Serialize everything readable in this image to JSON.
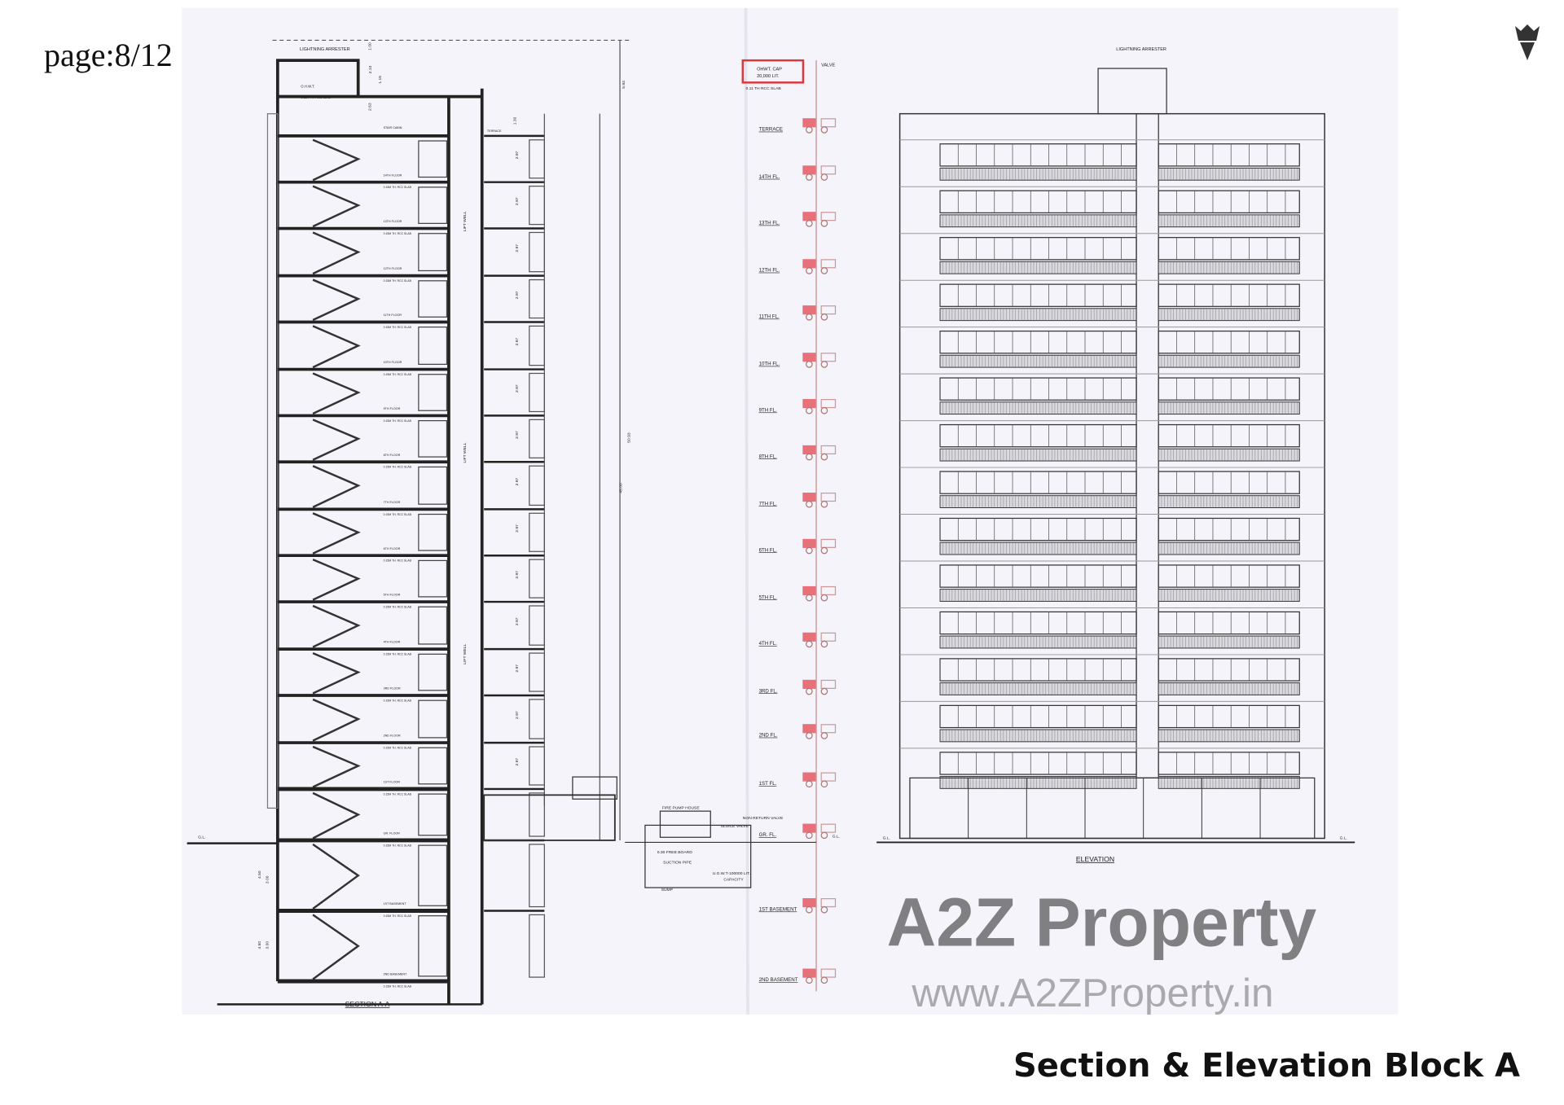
{
  "page_label": "page:8/12",
  "caption": "Section & Elevation Block A",
  "watermark": {
    "top": "A2Z Property",
    "middle": "www.A2ZProperty.in"
  },
  "colors": {
    "paper": "#f4f4fa",
    "line": "#2a2a2a",
    "accent_red": "#d9383e",
    "riser_pink": "#e8707a"
  },
  "section": {
    "title": "SECTION A-A",
    "lightning_arrester": "LIGHTNING ARRESTER",
    "ohwt": "O.H.W.T.",
    "stair_cabin": "STAIR CABIN",
    "terrace": "TERRACE",
    "lift_well": "LIFT WELL",
    "slab_note": "0.15M TH. RCC SLAB",
    "floor_labels": [
      "14TH FLOOR",
      "13TH FLOOR",
      "12TH FLOOR",
      "11TH FLOOR",
      "10TH FLOOR",
      "9TH FLOOR",
      "8TH FLOOR",
      "7TH FLOOR",
      "6TH FLOOR",
      "5TH FLOOR",
      "4TH FLOOR",
      "3RD FLOOR",
      "2ND FLOOR",
      "1ST FLOOR",
      "GR. FLOOR",
      "1ST BASEMENT",
      "2ND BASEMENT"
    ],
    "floor_height": "2.97",
    "total_heights": [
      "50.93",
      "45.00"
    ],
    "top_dims": [
      "1.00",
      "2.10",
      "1.15",
      "2.63",
      "5.93",
      "1.30"
    ],
    "basement_dims": [
      "4.50",
      "3.00",
      "4.50",
      "3.00"
    ],
    "gl": "G.L."
  },
  "riser": {
    "tank_label": [
      "OHWT. CAP",
      "20,000 LIT."
    ],
    "tank_slab": "0.11 TH RCC SLAB",
    "valve": "VALVE",
    "levels": [
      "TERRACE",
      "14TH FL.",
      "13TH FL.",
      "12TH FL.",
      "11TH FL.",
      "10TH FL.",
      "9TH FL.",
      "8TH FL.",
      "7TH FL.",
      "6TH FL.",
      "5TH FL.",
      "4TH FL.",
      "3RD FL.",
      "2ND FL.",
      "1ST FL.",
      "GR. FL.",
      "1ST BASEMENT",
      "2ND BASEMENT"
    ],
    "fire_pump_house": "FIRE PUMP HOUSE",
    "non_return_valve": "NON RETURN VALVE",
    "sluice_valve": "SLUICE VALVE",
    "free_board": "0.30 FREE BOARD",
    "suction_pipe": "SUCTION PIPE",
    "ugwt": [
      "U.G.W.T-100000 LIT.",
      "CAPACITY"
    ],
    "sump": "SUMP",
    "gl": "G.L."
  },
  "elevation": {
    "title": "ELEVATION",
    "lightning_arrester": "LIGHTNING ARRESTER",
    "gl": "G.L.",
    "floors": 14
  }
}
